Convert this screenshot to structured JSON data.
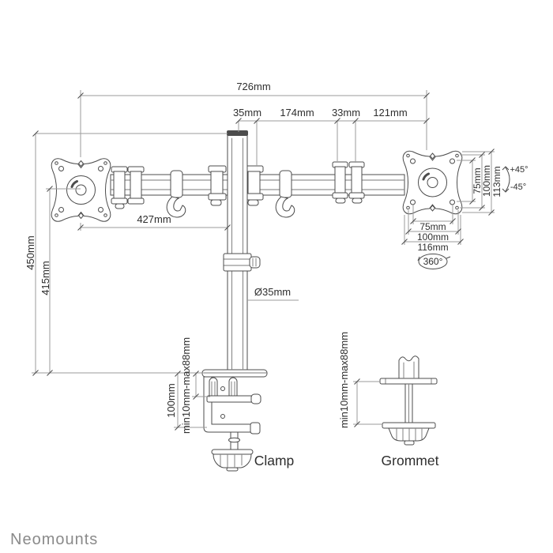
{
  "brand": {
    "logo_text": "Neomounts"
  },
  "colors": {
    "line": "#4c4c4c",
    "dim_line": "#9b9b9b",
    "label_text": "#2e2e2e",
    "logo_text": "#8a8a8a"
  },
  "dimensions": {
    "total_width": "726mm",
    "pole_to_arm": "35mm",
    "arm_segment": "174mm",
    "elbow_joint": "33mm",
    "outer_arm": "121mm",
    "arm_reach": "427mm",
    "pole_height": "450mm",
    "vesa_center_height": "415mm",
    "pole_diameter": "Ø35mm",
    "vesa_vertical_75": "75mm",
    "vesa_vertical_100": "100mm",
    "plate_height_113": "113mm",
    "vesa_horizontal_75": "75mm",
    "vesa_horizontal_100": "100mm",
    "plate_width_116": "116mm",
    "tilt_up": "+45°",
    "tilt_down": "-45°",
    "swivel": "360°",
    "clamp_desk_range": "min10mm-max88mm",
    "clamp_height": "100mm",
    "grommet_desk_range": "min10mm-max88mm"
  },
  "mount_options": {
    "clamp_label": "Clamp",
    "grommet_label": "Grommet"
  }
}
